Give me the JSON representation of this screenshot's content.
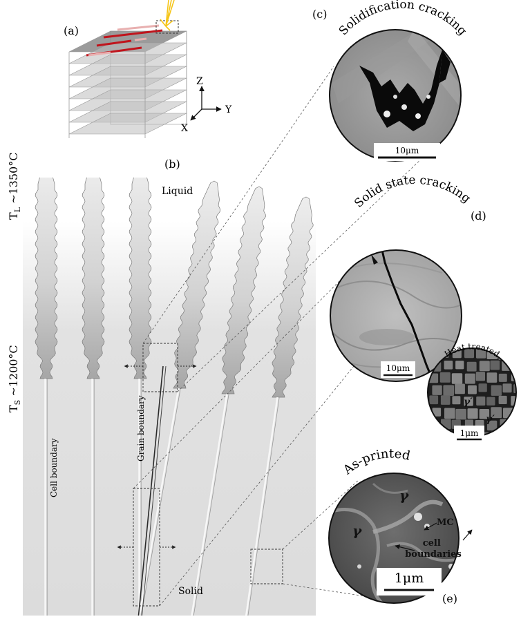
{
  "panels": {
    "a": {
      "label": "(a)",
      "axes": {
        "z": "Z",
        "y": "Y",
        "x": "X"
      }
    },
    "b": {
      "label": "(b)",
      "liquid": "Liquid",
      "solid": "Solid",
      "tl_sym": "T",
      "tl_sub": "L",
      "tl_val": " ~1350°C",
      "ts_sym": "T",
      "ts_sub": "S",
      "ts_val": " ~1200°C",
      "cell_boundary": "Cell boundary",
      "grain_boundary": "Grain boundary"
    },
    "c": {
      "label": "(c)",
      "title": "Solidification cracking",
      "scale": "10μm"
    },
    "d": {
      "label": "(d)",
      "title": "Solid state cracking",
      "scale": "10μm"
    },
    "e": {
      "label": "(e)",
      "title": "As-printed",
      "scale": "1μm",
      "gamma1": "γ",
      "gamma2": "γ",
      "mc": "MC",
      "cell_line1": "cell",
      "cell_line2": "boundaries",
      "inset": {
        "title": "Heat treated",
        "scale": "1μm",
        "gp1": "γ′",
        "gp2": "γ′"
      }
    }
  },
  "colors": {
    "laser_track": "#c0141c",
    "laser_beam": "#f5c518",
    "crack": "#0a0a0a"
  }
}
